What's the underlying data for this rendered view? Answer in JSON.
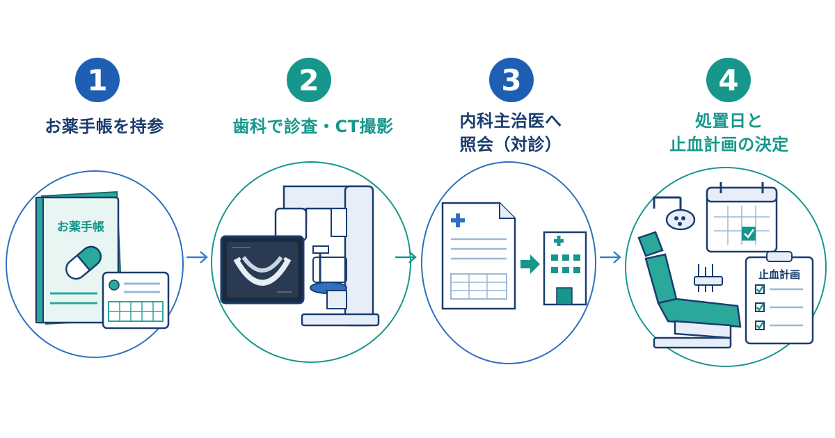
{
  "colors": {
    "blue": "#1f5fb3",
    "teal": "#17978c",
    "navy": "#1a3c6e",
    "arrow": "#3a7fd0"
  },
  "steps": [
    {
      "number": "1",
      "title_lines": [
        "お薬手帳を持参"
      ],
      "icon": "medication-notebook-icon",
      "illustration_label": "お薬手帳"
    },
    {
      "number": "2",
      "title_lines": [
        "歯科で診査・CT撮影"
      ],
      "icon": "dental-ct-scanner-icon"
    },
    {
      "number": "3",
      "title_lines": [
        "内科主治医へ",
        "照会（対診）"
      ],
      "icon": "medical-referral-icon"
    },
    {
      "number": "4",
      "title_lines": [
        "処置日と",
        "止血計画の決定"
      ],
      "icon": "dental-chair-calendar-icon",
      "illustration_label": "止血計画"
    }
  ]
}
